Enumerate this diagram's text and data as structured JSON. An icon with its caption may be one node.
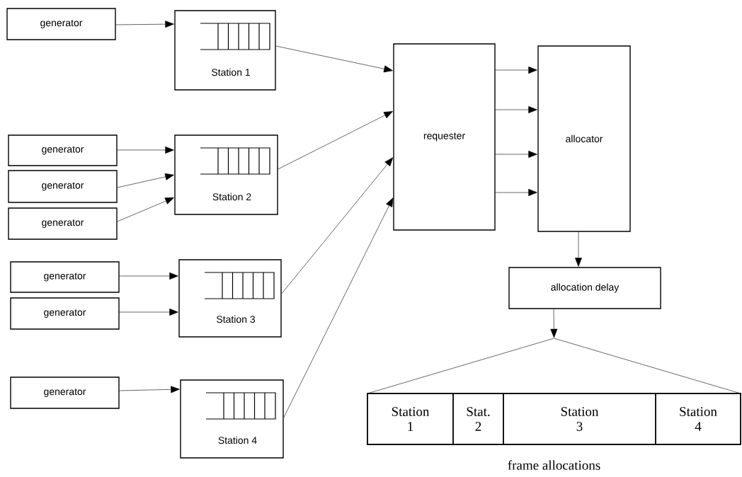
{
  "diagram": {
    "nodes": [
      {
        "text": [
          "generator"
        ]
      },
      {
        "text": [
          "Station 1"
        ]
      },
      {
        "text": [
          "generator"
        ]
      },
      {
        "text": [
          "generator"
        ]
      },
      {
        "text": [
          "generator"
        ]
      },
      {
        "text": [
          "Station 2"
        ]
      },
      {
        "text": [
          "generator"
        ]
      },
      {
        "text": [
          "generator"
        ]
      },
      {
        "text": [
          "Station 3"
        ]
      },
      {
        "text": [
          "generator"
        ]
      },
      {
        "text": [
          "Station 4"
        ]
      },
      {
        "text": [
          "requester"
        ]
      },
      {
        "text": [
          "allocator"
        ]
      },
      {
        "text": [
          "allocation delay"
        ]
      },
      {
        "text": [],
        "shape": "bar",
        "beside": [
          "frame allocations"
        ]
      },
      {
        "text": [
          "Station 1"
        ],
        "in": 14
      },
      {
        "text": [
          "Stat. 2"
        ],
        "in": 14
      },
      {
        "text": [
          "Station 3"
        ],
        "in": 14
      },
      {
        "text": [
          "Station 4"
        ],
        "in": 14
      }
    ],
    "edges": [
      {
        "from": 0,
        "to": 1,
        "arrow": "to"
      },
      {
        "from": 2,
        "to": 5,
        "arrow": "to"
      },
      {
        "from": 3,
        "to": 5,
        "arrow": "to"
      },
      {
        "from": 4,
        "to": 5,
        "arrow": "to"
      },
      {
        "from": 6,
        "to": 8,
        "arrow": "to"
      },
      {
        "from": 7,
        "to": 8,
        "arrow": "to"
      },
      {
        "from": 9,
        "to": 10,
        "arrow": "to"
      },
      {
        "from": 1,
        "to": 11,
        "arrow": "to"
      },
      {
        "from": 5,
        "to": 11,
        "arrow": "to"
      },
      {
        "from": 8,
        "to": 11,
        "arrow": "to"
      },
      {
        "from": 10,
        "to": 11,
        "arrow": "to"
      },
      {
        "from": 11,
        "to": 12,
        "arrow": "to"
      },
      {
        "from": 11,
        "to": 12,
        "arrow": "to"
      },
      {
        "from": 11,
        "to": 12,
        "arrow": "to"
      },
      {
        "from": 11,
        "to": 12,
        "arrow": "to"
      },
      {
        "from": 12,
        "to": 13,
        "arrow": "to"
      },
      {
        "from": 13,
        "to": 14,
        "arrow": "to"
      }
    ]
  }
}
